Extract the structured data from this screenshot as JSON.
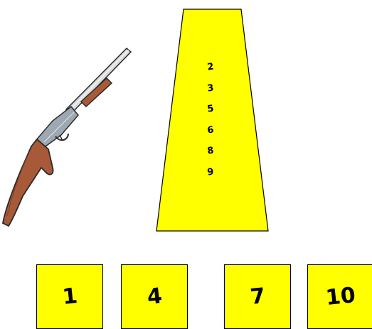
{
  "game": {
    "tower": {
      "color": "#ffff00",
      "numbers": [
        "2",
        "3",
        "5",
        "6",
        "8",
        "9"
      ]
    },
    "cards": [
      {
        "value": "1",
        "color": "#ffff00"
      },
      {
        "value": "4",
        "color": "#ffff00"
      },
      {
        "value": "7",
        "color": "#ffff00"
      },
      {
        "value": "10",
        "color": "#ffff00"
      }
    ],
    "weapon_icon": "shotgun-icon"
  }
}
